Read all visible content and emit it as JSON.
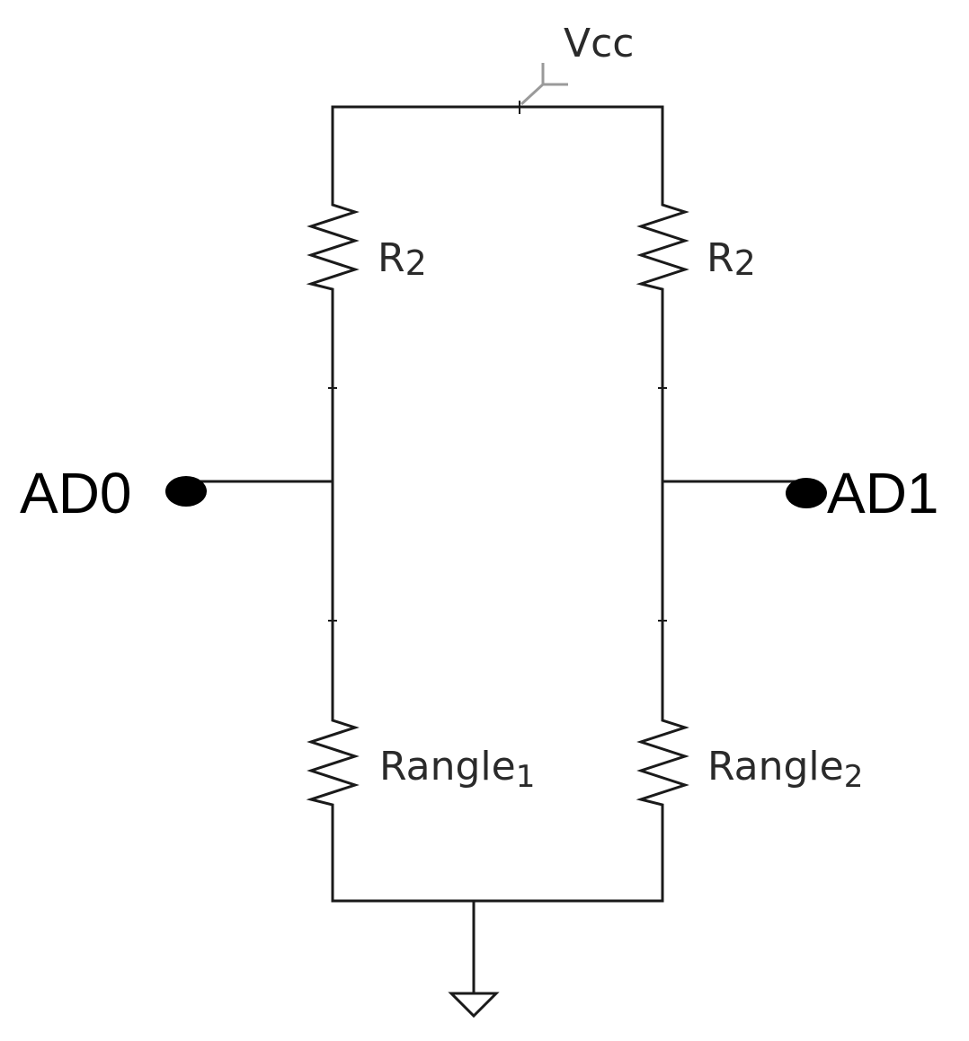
{
  "supply": {
    "label": "Vcc"
  },
  "resistors": {
    "top_left": {
      "base": "R",
      "sub": "2"
    },
    "top_right": {
      "base": "R",
      "sub": "2"
    },
    "bottom_left": {
      "base": "Rangle",
      "sub": "1"
    },
    "bottom_right": {
      "base": "Rangle",
      "sub": "2"
    }
  },
  "pins": {
    "left": {
      "label": "AD0"
    },
    "right": {
      "label": "AD1"
    }
  },
  "colors": {
    "wire": "#1a1a1a",
    "vcc_symbol": "#9a9a9a",
    "pin_dot": "#000000",
    "background": "#ffffff"
  }
}
